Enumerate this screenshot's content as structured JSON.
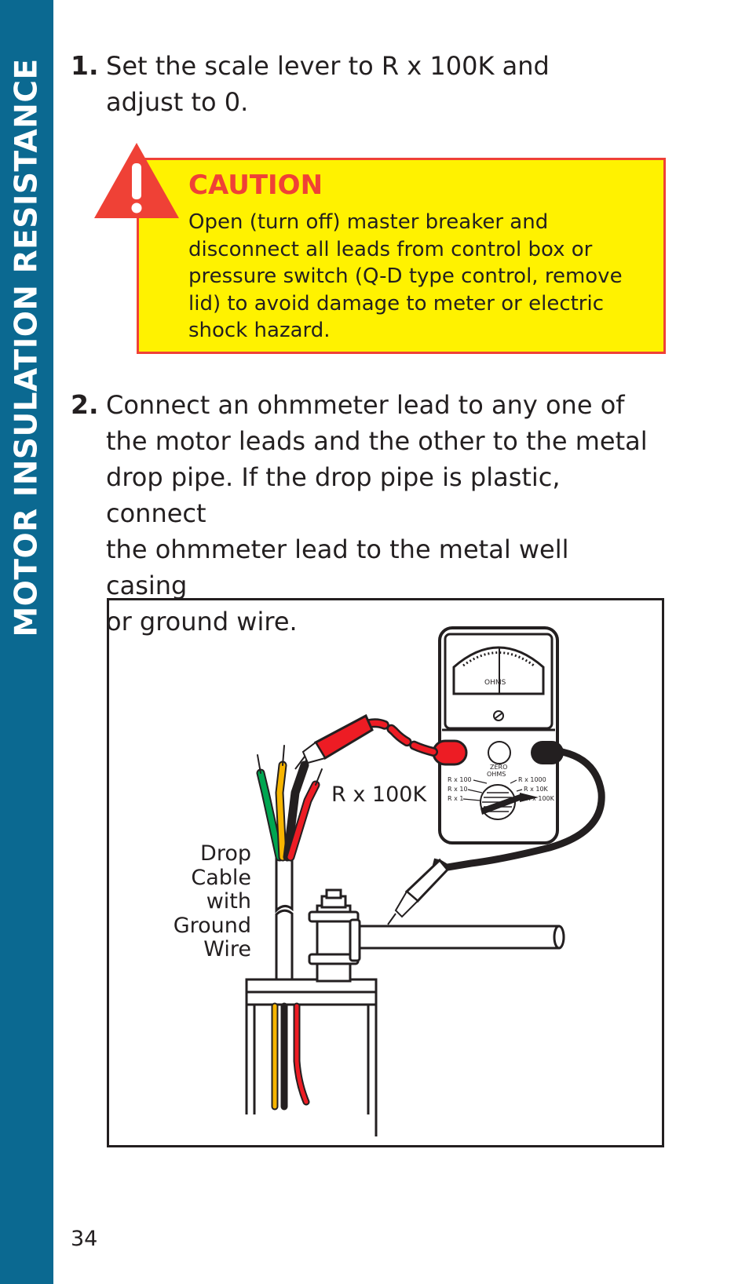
{
  "sidebar": {
    "title": "MOTOR INSULATION RESISTANCE"
  },
  "steps": [
    {
      "number": "1.",
      "lines": [
        "Set the scale lever to R x 100K and",
        "adjust to 0."
      ]
    },
    {
      "number": "2.",
      "lines": [
        "Connect an ohmmeter lead to any one of",
        "the motor leads and the other to the metal",
        "drop pipe. If the drop pipe is plastic, connect",
        "the ohmmeter lead to the metal well casing",
        "or ground wire."
      ]
    }
  ],
  "caution": {
    "title": "CAUTION",
    "lines": [
      "Open (turn off) master breaker and",
      "disconnect all leads from control box or",
      "pressure switch (Q-D type control, remove",
      "lid) to avoid damage to meter or electric",
      "shock hazard."
    ]
  },
  "figure": {
    "scale_label": "R x 100K",
    "cable_label": [
      "Drop",
      "Cable",
      "with",
      "Ground",
      "Wire"
    ],
    "meter": {
      "dial_label": "OHMS",
      "zero_label": [
        "ZERO",
        "OHMS"
      ],
      "ranges_left": [
        "R x 100",
        "R x 10",
        "R x 1"
      ],
      "ranges_right": [
        "R x 1000",
        "R x 10K",
        "R x 100K"
      ]
    }
  },
  "page_number": "34",
  "colors": {
    "sidebar": "#0b6991",
    "caution_fill": "#fff200",
    "caution_red": "#ef4136",
    "wire_green": "#00a651",
    "wire_yellow": "#f7b500",
    "wire_black": "#231f20",
    "wire_red": "#ed1c24"
  },
  "icons": {
    "warning": "warning-triangle-icon"
  }
}
